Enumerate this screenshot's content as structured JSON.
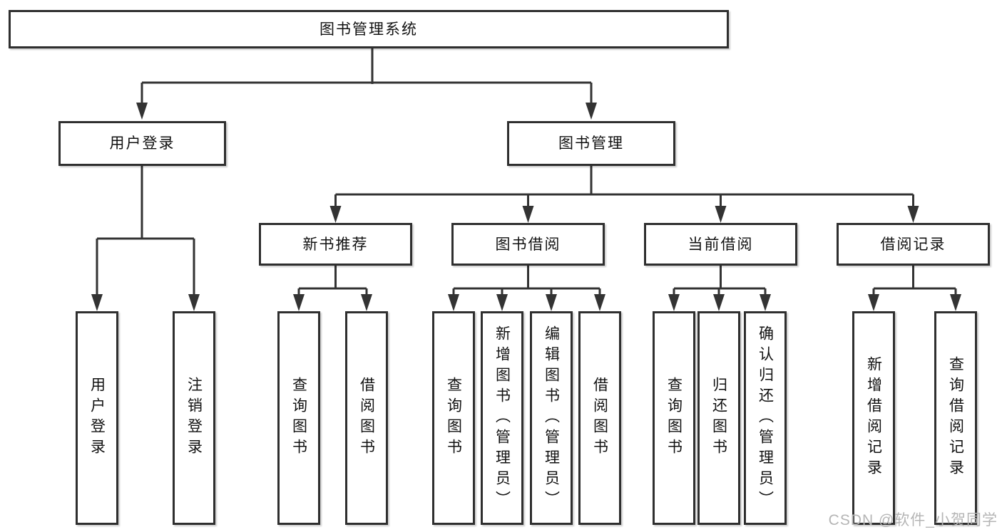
{
  "diagram": {
    "title": "图书管理系统",
    "level2": [
      {
        "label": "用户登录"
      },
      {
        "label": "图书管理"
      }
    ],
    "level3": [
      {
        "label": "新书推荐"
      },
      {
        "label": "图书借阅"
      },
      {
        "label": "当前借阅"
      },
      {
        "label": "借阅记录"
      }
    ],
    "leaves": [
      {
        "label": "用户登录"
      },
      {
        "label": "注销登录"
      },
      {
        "label": "查询图书"
      },
      {
        "label": "借阅图书"
      },
      {
        "label": "查询图书"
      },
      {
        "label": "新增图书（管理员）"
      },
      {
        "label": "编辑图书（管理员）"
      },
      {
        "label": "借阅图书"
      },
      {
        "label": "查询图书"
      },
      {
        "label": "归还图书"
      },
      {
        "label": "确认归还（管理员）"
      },
      {
        "label": "新增借阅记录"
      },
      {
        "label": "查询借阅记录"
      }
    ]
  },
  "watermark": "CSDN @软件_小贺同学",
  "colors": {
    "line": "#333333",
    "border": "#2f2f2f",
    "text": "#111111",
    "watermark_text": "#b5b5b5",
    "background": "#ffffff"
  }
}
